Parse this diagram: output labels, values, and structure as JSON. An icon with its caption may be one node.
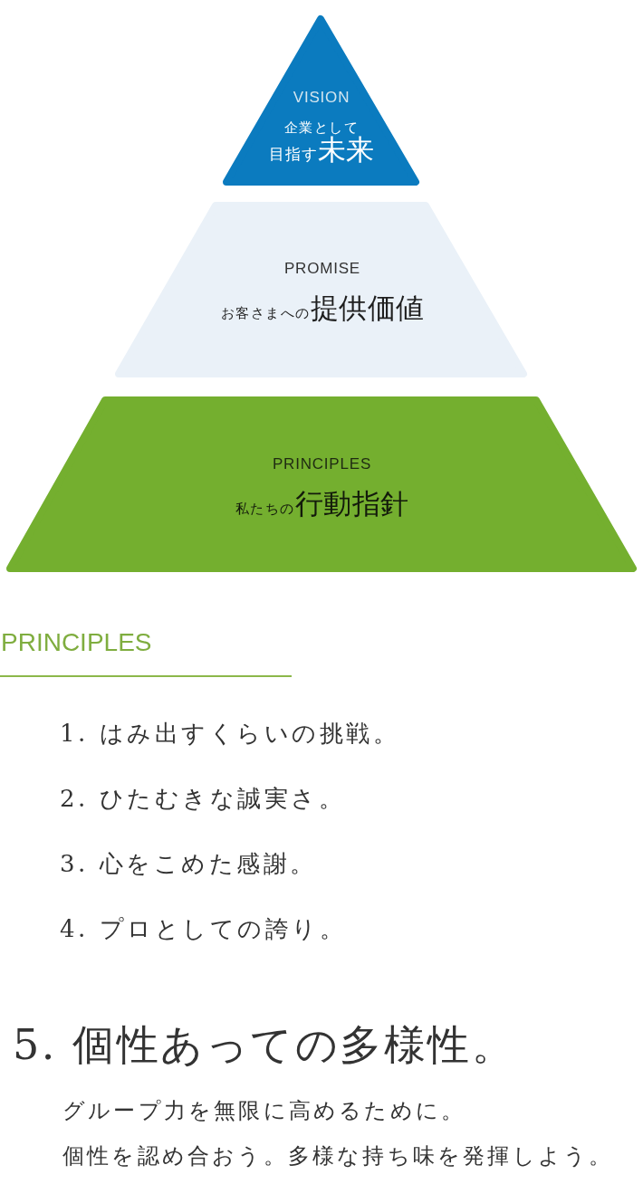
{
  "diagram": {
    "nodes": [
      {
        "text": [
          "VISION",
          "企業として",
          "目指す",
          "未来"
        ]
      },
      {
        "text": [
          "PROMISE",
          "お客さまへの",
          "提供価値"
        ]
      },
      {
        "text": [
          "PRINCIPLES",
          "私たちの",
          "行動指針"
        ]
      }
    ],
    "labels": [
      "PRINCIPLES",
      "1. はみ出すくらいの挑戦。",
      "2. ひたむきな誠実さ。",
      "3. 心をこめた感謝。",
      "4. プロとしての誇り。",
      "5. 個性あっての多様性。",
      "グループ力を無限に高めるために。",
      "個性を認め合おう。多様な持ち味を発揮しよう。"
    ]
  }
}
